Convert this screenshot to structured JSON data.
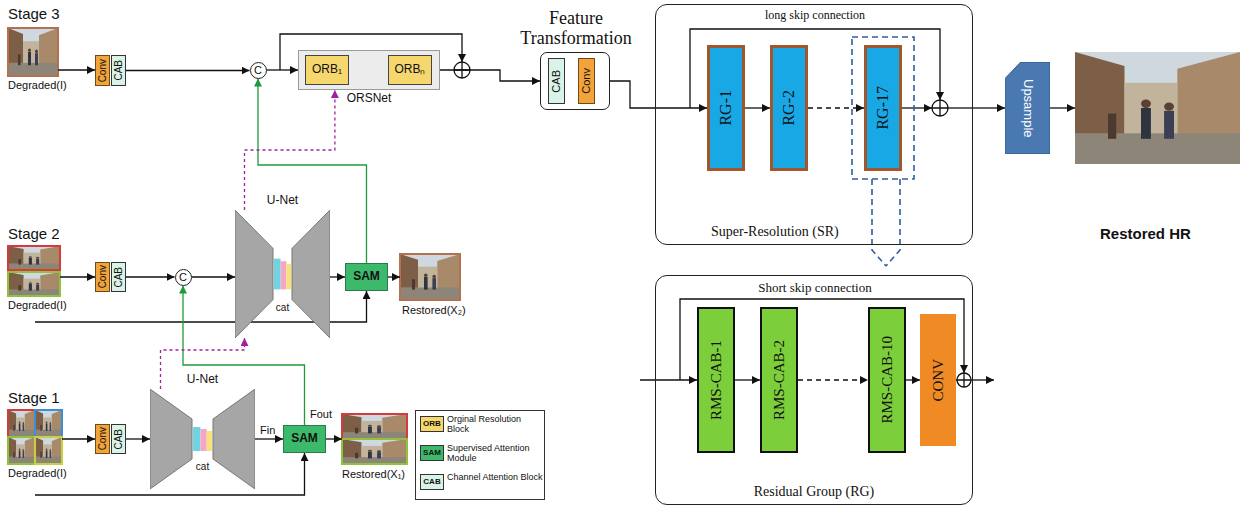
{
  "diagram": {
    "nodes": [
      {
        "text": [
          "Conv"
        ]
      },
      {
        "text": [
          "CAB"
        ]
      },
      {
        "text": [
          "C"
        ]
      },
      {
        "text": [
          "ORSNet"
        ]
      },
      {
        "text": [
          "ORB₁"
        ],
        "in": 3
      },
      {
        "text": [
          "ORBₙ"
        ],
        "in": 3
      },
      {
        "text": [
          "Feature Transformation"
        ]
      },
      {
        "text": [
          "CAB"
        ],
        "in": 6
      },
      {
        "text": [
          "Conv"
        ],
        "in": 6
      },
      {
        "text": [
          "Super-Resolution (SR)"
        ]
      },
      {
        "text": [
          "RG-1"
        ],
        "in": 9
      },
      {
        "text": [
          "RG-2"
        ],
        "in": 9
      },
      {
        "text": [
          "RG-17"
        ],
        "in": 9
      },
      {
        "text": [
          "Upsample"
        ]
      },
      {
        "text": [
          "Conv"
        ]
      },
      {
        "text": [
          "CAB"
        ]
      },
      {
        "text": [
          "C"
        ]
      },
      {
        "text": [
          "U-Net",
          "cat"
        ]
      },
      {
        "text": [
          "SAM"
        ]
      },
      {
        "text": [
          "Residual Group (RG)"
        ]
      },
      {
        "text": [
          "RMS-CAB-1"
        ],
        "in": 19
      },
      {
        "text": [
          "RMS-CAB-2"
        ],
        "in": 19
      },
      {
        "text": [
          "RMS-CAB-10"
        ],
        "in": 19
      },
      {
        "text": [
          "CONV"
        ],
        "in": 19
      },
      {
        "text": [
          "Conv"
        ]
      },
      {
        "text": [
          "CAB"
        ]
      },
      {
        "text": [
          "U-Net",
          "cat"
        ]
      },
      {
        "text": [
          "SAM"
        ]
      }
    ],
    "edges": [
      {
        "from": 1,
        "to": 2,
        "arrow": "to"
      },
      {
        "from": 2,
        "to": 3,
        "arrow": "to"
      },
      {
        "from": 4,
        "to": 5,
        "arrow": "to"
      },
      {
        "from": 3,
        "to": 6,
        "arrow": "to"
      },
      {
        "from": 7,
        "to": 8,
        "arrow": "to"
      },
      {
        "from": 6,
        "to": 10,
        "arrow": "to"
      },
      {
        "from": 10,
        "to": 11,
        "arrow": "to"
      },
      {
        "from": 11,
        "to": 12,
        "arrow": "to"
      },
      {
        "from": 9,
        "to": 13,
        "arrow": "to"
      },
      {
        "from": 15,
        "to": 16,
        "arrow": "to"
      },
      {
        "from": 16,
        "to": 17,
        "arrow": "to"
      },
      {
        "from": 17,
        "to": 18,
        "arrow": "to"
      },
      {
        "from": 18,
        "to": 2,
        "arrow": "to"
      },
      {
        "from": 27,
        "to": 16,
        "arrow": "to"
      },
      {
        "from": 17,
        "to": 3,
        "arrow": "to"
      },
      {
        "from": 26,
        "to": 17,
        "arrow": "to"
      },
      {
        "from": 25,
        "to": 26,
        "arrow": "to"
      },
      {
        "from": 26,
        "to": 27,
        "arrow": "to"
      },
      {
        "from": 20,
        "to": 21,
        "arrow": "to"
      },
      {
        "from": 21,
        "to": 22,
        "arrow": "to"
      },
      {
        "from": 22,
        "to": 23,
        "arrow": "to"
      }
    ],
    "labels": [
      "Stage 3",
      "Degraded(I)",
      "Stage 2",
      "Degraded(I)",
      "Restored(X₂)",
      "Stage 1",
      "Degraded(I)",
      "Fin",
      "Fout",
      "Restored(X₁)",
      "long skip connection",
      "Restored HR",
      "Short skip connection",
      "ORB",
      "SAM",
      "CAB"
    ],
    "legend": [
      {
        "text": "Orginal Resolution Block",
        "color": "#f5d76e"
      },
      {
        "text": "Supervised Attention Module",
        "color": "#3cb96a"
      },
      {
        "text": "Channel Attention Block",
        "color": "#d9f4e6"
      }
    ]
  }
}
